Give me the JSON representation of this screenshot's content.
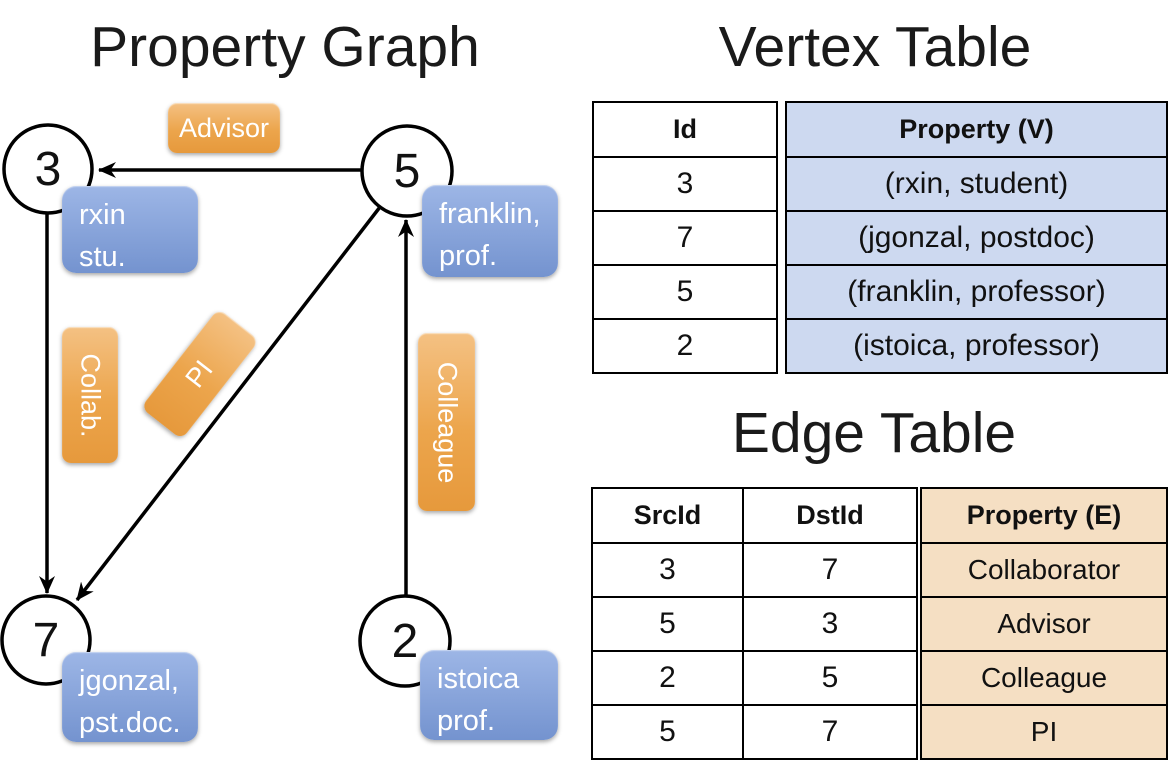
{
  "left": {
    "title": "Property Graph",
    "nodes": {
      "n3": {
        "label": "3"
      },
      "n5": {
        "label": "5"
      },
      "n7": {
        "label": "7"
      },
      "n2": {
        "label": "2"
      }
    },
    "edge_labels": {
      "advisor": "Advisor",
      "collab": "Collab.",
      "pi": "PI",
      "colleague": "Colleague"
    },
    "props": {
      "rxin": {
        "line1": "rxin",
        "line2": "stu."
      },
      "franklin": {
        "line1": "franklin,",
        "line2": "prof."
      },
      "jgonzal": {
        "line1": "jgonzal,",
        "line2": "pst.doc."
      },
      "istoica": {
        "line1": "istoica",
        "line2": "prof."
      }
    }
  },
  "vertex_table": {
    "title": "Vertex Table",
    "col_id": "Id",
    "col_prop": "Property (V)",
    "rows": [
      {
        "id": "3",
        "prop": "(rxin, student)"
      },
      {
        "id": "7",
        "prop": "(jgonzal, postdoc)"
      },
      {
        "id": "5",
        "prop": "(franklin, professor)"
      },
      {
        "id": "2",
        "prop": "(istoica, professor)"
      }
    ]
  },
  "edge_table": {
    "title": "Edge Table",
    "col_src": "SrcId",
    "col_dst": "DstId",
    "col_prop": "Property (E)",
    "rows": [
      {
        "src": "3",
        "dst": "7",
        "prop": "Collaborator"
      },
      {
        "src": "5",
        "dst": "3",
        "prop": "Advisor"
      },
      {
        "src": "2",
        "dst": "5",
        "prop": "Colleague"
      },
      {
        "src": "5",
        "dst": "7",
        "prop": "PI"
      }
    ]
  },
  "colors": {
    "orange_top": "#f4c183",
    "orange_bottom": "#e6993c",
    "blue_top": "#9db6e6",
    "blue_bottom": "#7493cf",
    "vertex_cell_bg": "#cdd9f0",
    "edge_cell_bg": "#f5dfc3"
  }
}
